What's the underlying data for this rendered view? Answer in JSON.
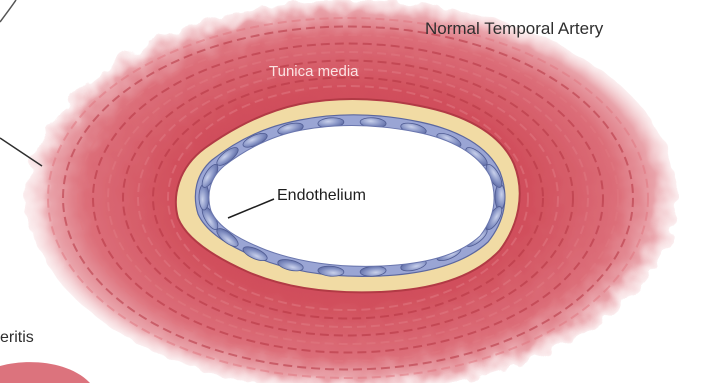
{
  "diagram": {
    "title": "Normal Temporal Artery",
    "labels": {
      "tunica_media": "Tunica media",
      "endothelium": "Endothelium",
      "partial_label": "eritis"
    },
    "colors": {
      "background": "#ffffff",
      "tunica_media": "#d4525e",
      "tunica_media_dark": "#c03c4a",
      "adventitia_fade": "#e8a6ad",
      "internal_elastic_lamina": "#f1dba4",
      "endothelium": "#8290c2",
      "lumen": "#ffffff"
    }
  }
}
